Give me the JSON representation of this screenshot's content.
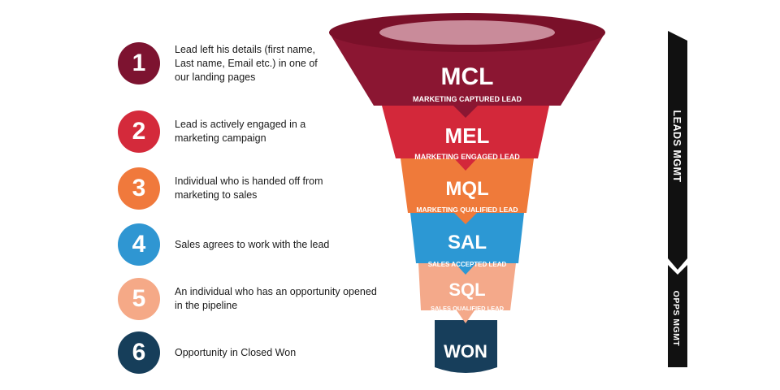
{
  "steps": [
    {
      "number": "1",
      "text": "Lead left his details (first name,\nLast name, Email etc.) in one of\nour landing pages",
      "color": "#7d1330"
    },
    {
      "number": "2",
      "text": "Lead is actively engaged in a\nmarketing campaign",
      "color": "#d42a3b"
    },
    {
      "number": "3",
      "text": "Individual who is handed off from\nmarketing to sales",
      "color": "#f0793c"
    },
    {
      "number": "4",
      "text": "Sales agrees to work with the lead",
      "color": "#2f96d2"
    },
    {
      "number": "5",
      "text": "An individual who has an opportunity opened\nin the pipeline",
      "color": "#f5a987"
    },
    {
      "number": "6",
      "text": "Opportunity in Closed Won",
      "color": "#163e5a"
    }
  ],
  "stages": [
    {
      "abbr": "MCL",
      "full": "MARKETING CAPTURED LEAD",
      "color": "#8b1632"
    },
    {
      "abbr": "MEL",
      "full": "MARKETING ENGAGED LEAD",
      "color": "#d3283a"
    },
    {
      "abbr": "MQL",
      "full": "MARKETING QUALIFIED LEAD",
      "color": "#ef7a3a"
    },
    {
      "abbr": "SAL",
      "full": "SALES ACCEPTED LEAD",
      "color": "#2c98d4"
    },
    {
      "abbr": "SQL",
      "full": "SALES QUALIFIED LEAD",
      "color": "#f4a98a"
    },
    {
      "abbr": "WON",
      "full": "",
      "color": "#173e5b"
    }
  ],
  "side_labels": {
    "leads": "LEADS MGMT",
    "opps": "OPPS MGMT"
  }
}
